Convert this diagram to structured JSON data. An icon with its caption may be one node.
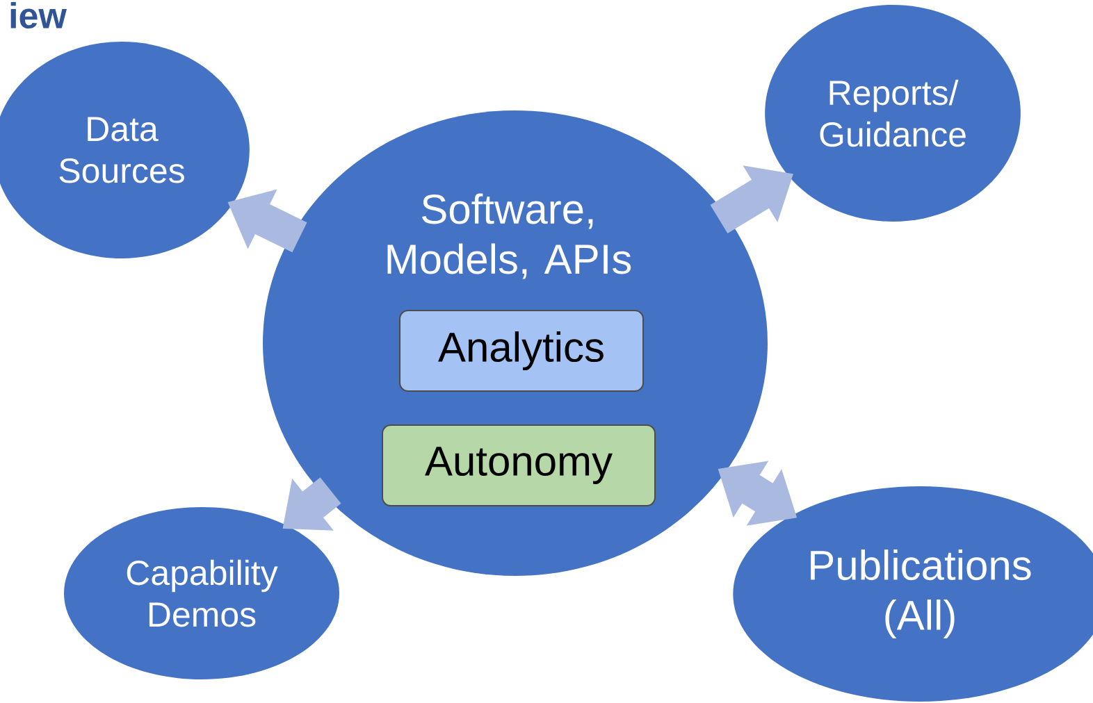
{
  "diagram": {
    "nodes": [
      {
        "text": [
          "Data Sources"
        ]
      },
      {
        "text": [
          "Software, Models, APIs"
        ]
      },
      {
        "text": [
          "Analytics"
        ],
        "in": 1
      },
      {
        "text": [
          "Autonomy"
        ],
        "in": 1
      },
      {
        "text": [
          "Reports/ Guidance"
        ]
      },
      {
        "text": [
          "Capability Demos"
        ]
      },
      {
        "text": [
          "Publications (All)"
        ]
      }
    ],
    "edges": [
      {
        "from": 1,
        "to": 0,
        "arrow": "to"
      },
      {
        "from": 1,
        "to": 4,
        "arrow": "to"
      },
      {
        "from": 1,
        "to": 5,
        "arrow": "to"
      },
      {
        "from": 1,
        "to": 6,
        "arrow": "both"
      }
    ],
    "labels": [
      "iew"
    ]
  }
}
